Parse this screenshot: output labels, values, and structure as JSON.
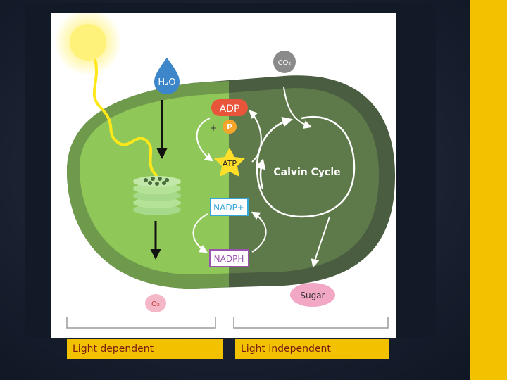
{
  "diagram": {
    "labels": {
      "water": "H₂O",
      "co2": "CO₂",
      "adp": "ADP",
      "phosphate": "P",
      "plus": "+",
      "atp": "ATP",
      "calvin_cycle": "Calvin Cycle",
      "nadp_plus": "NADP+",
      "nadph": "NADPH",
      "oxygen": "O₂",
      "sugar": "Sugar"
    },
    "colors": {
      "sun": "#fff27a",
      "light_green": "#8fc858",
      "dark_green": "#5f7a4a",
      "outer_rim": "#3c4a35",
      "adp": "#e8553b",
      "phosphate": "#f7a52a",
      "atp": "#ffdf2a",
      "nadp_border": "#34a6d8",
      "nadph_border": "#9b53b0",
      "sugar": "#f2a8c4",
      "oxygen": "#f4b7c7",
      "accent": "#f2c200",
      "caption_text": "#7a1d12"
    }
  },
  "captions": {
    "left": "Light dependent",
    "right": "Light independent"
  }
}
